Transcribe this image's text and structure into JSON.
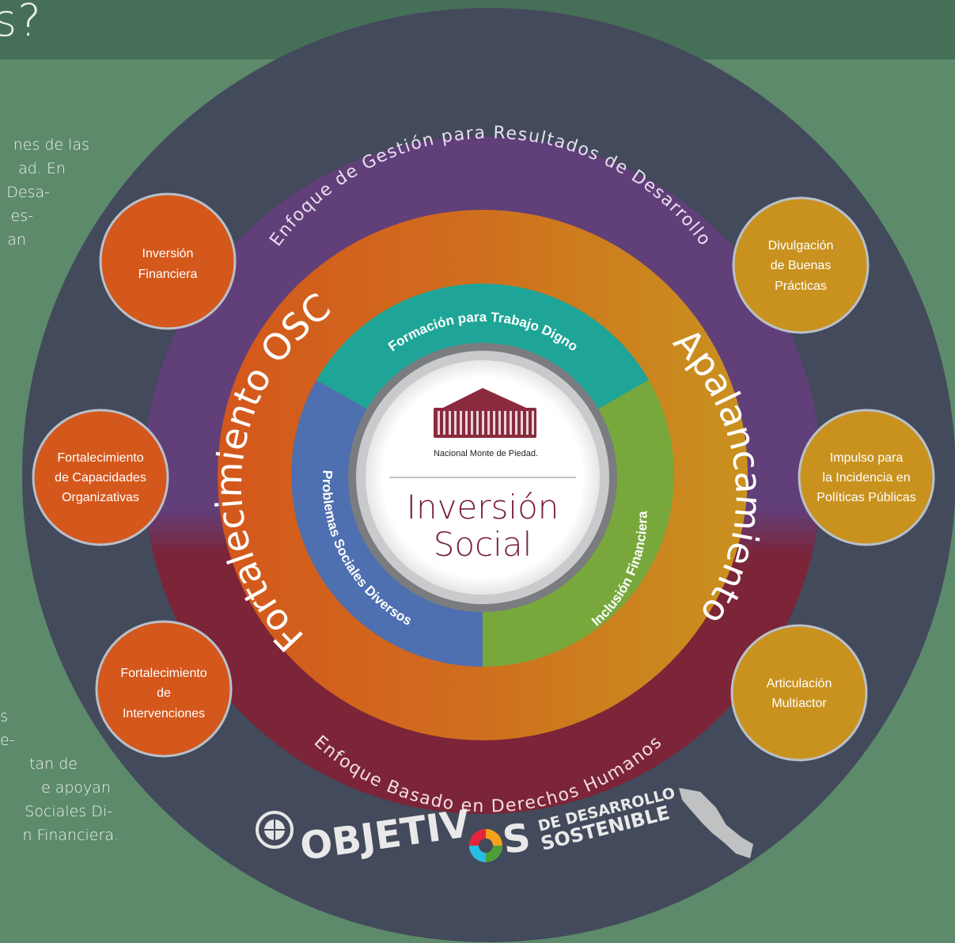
{
  "header": {
    "title_fragment": "s?"
  },
  "left_text_top": [
    "nes de las",
    "ad.  En",
    "Desa-",
    "es-",
    "an"
  ],
  "left_text_bottom": [
    "s",
    "e-",
    "",
    "tan de",
    "e apoyan",
    "Sociales Di-",
    "n Financiera."
  ],
  "outer_ring": {
    "top_label": "Enfoque de Gestión para Resultados de Desarrollo",
    "bottom_label": "Enfoque Basado en Derechos Humanos"
  },
  "middle_ring": {
    "left_label": "Fortalecimiento OSC",
    "right_label": "Apalancamiento"
  },
  "inner_ring": {
    "top_label": "Formación para Trabajo Digno",
    "left_label": "Problemas Sociales Diversos",
    "right_label": "Inclusión Financiera"
  },
  "center": {
    "logo_text": "Nacional Monte de Piedad.",
    "title_line1": "Inversión",
    "title_line2": "Social"
  },
  "left_bubbles": [
    {
      "lines": [
        "Inversión",
        "Financiera"
      ]
    },
    {
      "lines": [
        "Fortalecimiento",
        "de Capacidades",
        "Organizativas"
      ]
    },
    {
      "lines": [
        "Fortalecimiento",
        "de",
        "Intervenciones"
      ]
    }
  ],
  "right_bubbles": [
    {
      "lines": [
        "Divulgación",
        "de Buenas",
        "Prácticas"
      ]
    },
    {
      "lines": [
        "Impulso para",
        "la Incidencia en",
        "Políticas Públicas"
      ]
    },
    {
      "lines": [
        "Articulación",
        "Multiactor"
      ]
    }
  ],
  "ods": {
    "word": "OBJETIV",
    "letter_s": "S",
    "de_desarrollo": "DE DESARROLLO",
    "sostenible": "SOSTENIBLE"
  },
  "colors": {
    "background": "#5d8a6b",
    "dark_disc": "#434a5b",
    "purple_ring": "#613f79",
    "maroon_ring": "#7c2438",
    "orange": "#d4571c",
    "gold": "#c9921f",
    "teal": "#1ea597",
    "blue": "#4e6fb0",
    "green": "#78a83b",
    "center_title": "#7a2137"
  }
}
